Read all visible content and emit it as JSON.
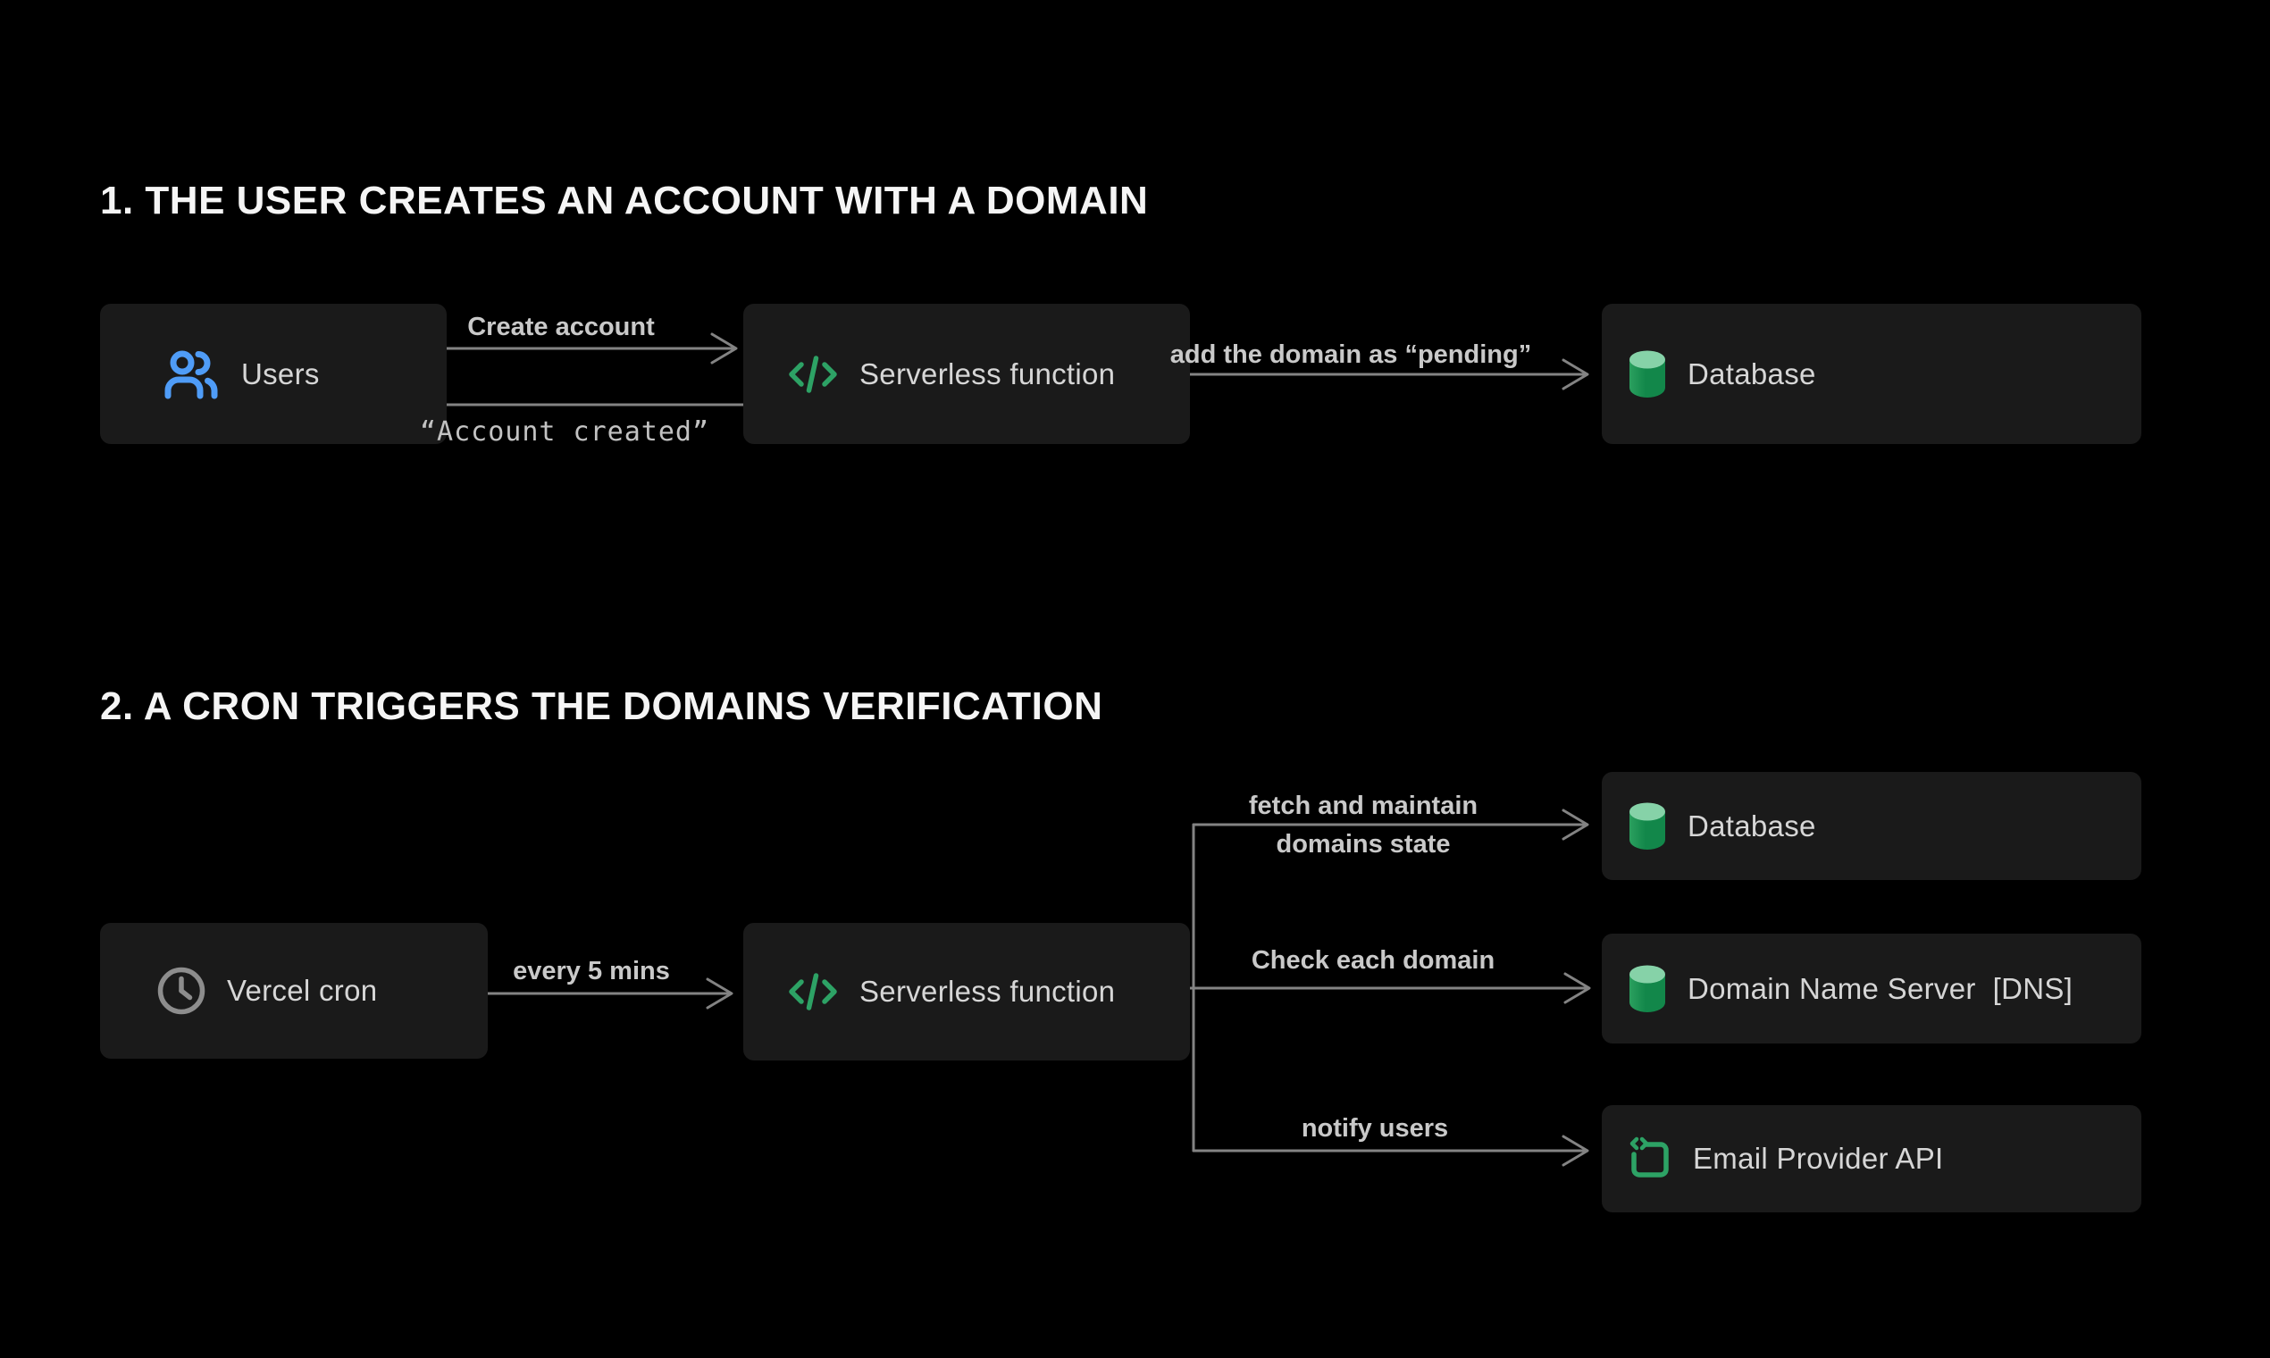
{
  "colors": {
    "background": "#000000",
    "box_background": "#1a1a1a",
    "box_text": "#d6d6d6",
    "title_text": "#f5f5f5",
    "connector_gray": "#838383",
    "edge_label_gray": "#c9c9c9",
    "accent_blue": "#4f9cf7",
    "accent_green": "#2da265",
    "database_top_green": "#86d2a8",
    "database_body_green": "#12874a"
  },
  "section1": {
    "title": "1. THE USER CREATES AN ACCOUNT WITH A DOMAIN",
    "nodes": {
      "users": {
        "label": "Users",
        "icon": "users-icon"
      },
      "serverless": {
        "label": "Serverless function",
        "icon": "code-icon"
      },
      "database": {
        "label": "Database",
        "icon": "database-icon"
      }
    },
    "edges": {
      "create_account": {
        "label": "Create account"
      },
      "account_created": {
        "label": "“Account created”"
      },
      "add_domain_pending": {
        "label": "add the domain as “pending”"
      }
    }
  },
  "section2": {
    "title": "2. A CRON TRIGGERS THE DOMAINS VERIFICATION",
    "nodes": {
      "vercel_cron": {
        "label": "Vercel cron",
        "icon": "clock-icon"
      },
      "serverless": {
        "label": "Serverless function",
        "icon": "code-icon"
      },
      "database": {
        "label": "Database",
        "icon": "database-icon"
      },
      "dns": {
        "label": "Domain Name Server  [DNS]",
        "icon": "database-icon"
      },
      "email_api": {
        "label": "Email Provider API",
        "icon": "api-icon"
      }
    },
    "edges": {
      "every_5_mins": {
        "label": "every 5 mins"
      },
      "fetch_maintain": {
        "line1": "fetch and maintain",
        "line2": "domains state"
      },
      "check_domain": {
        "label": "Check each domain"
      },
      "notify_users": {
        "label": "notify users"
      }
    }
  }
}
